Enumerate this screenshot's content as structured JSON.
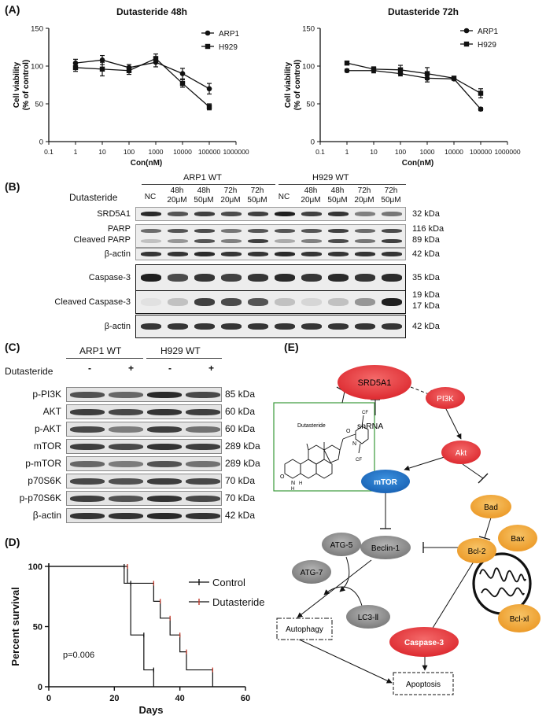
{
  "panel_labels": {
    "a": "(A)",
    "b": "(B)",
    "c": "(C)",
    "d": "(D)",
    "e": "(E)"
  },
  "chart_data": [
    {
      "type": "line",
      "title": "Dutasteride 48h",
      "xlabel": "Con(nM)",
      "ylabel": "Cell viability (% of control)",
      "xscale": "log",
      "xlim": [
        0.1,
        1000000
      ],
      "ylim": [
        0,
        150
      ],
      "xticks": [
        "0.1",
        "1",
        "10",
        "100",
        "1000",
        "10000",
        "100000",
        "1000000"
      ],
      "yticks": [
        "0",
        "50",
        "100",
        "150"
      ],
      "legend": "top-right",
      "series": [
        {
          "name": "ARP1",
          "marker": "circle",
          "x": [
            1,
            10,
            100,
            1000,
            10000,
            100000
          ],
          "y": [
            104,
            108,
            98,
            105,
            90,
            70
          ],
          "err": [
            5,
            6,
            4,
            6,
            7,
            7
          ]
        },
        {
          "name": "H929",
          "marker": "square",
          "x": [
            1,
            10,
            100,
            1000,
            10000,
            100000
          ],
          "y": [
            98,
            96,
            94,
            110,
            77,
            46
          ],
          "err": [
            5,
            9,
            5,
            6,
            5,
            4
          ]
        }
      ]
    },
    {
      "type": "line",
      "title": "Dutasteride 72h",
      "xlabel": "Con(nM)",
      "ylabel": "Cell viability (% of control)",
      "xscale": "log",
      "xlim": [
        0.1,
        1000000
      ],
      "ylim": [
        0,
        150
      ],
      "xticks": [
        "0.1",
        "1",
        "10",
        "100",
        "1000",
        "10000",
        "100000",
        "1000000"
      ],
      "yticks": [
        "0",
        "50",
        "100",
        "150"
      ],
      "legend": "top-right",
      "series": [
        {
          "name": "ARP1",
          "marker": "circle",
          "x": [
            1,
            10,
            100,
            1000,
            10000,
            100000
          ],
          "y": [
            94,
            94,
            90,
            84,
            83,
            43
          ],
          "err": [
            2,
            3,
            3,
            5,
            1,
            2
          ]
        },
        {
          "name": "H929",
          "marker": "square",
          "x": [
            1,
            10,
            100,
            1000,
            10000,
            100000
          ],
          "y": [
            104,
            96,
            95,
            90,
            84,
            64
          ],
          "err": [
            2,
            3,
            6,
            8,
            1,
            6
          ]
        }
      ]
    },
    {
      "type": "line",
      "xlabel": "Days",
      "ylabel": "Percent survival",
      "xlim": [
        0,
        60
      ],
      "ylim": [
        0,
        100
      ],
      "xticks": [
        "0",
        "20",
        "40",
        "60"
      ],
      "yticks": [
        "0",
        "50",
        "100"
      ],
      "legend": "top-right",
      "annotation": "p=0.006",
      "series": [
        {
          "name": "Control",
          "color": "#111111",
          "steps": [
            [
              0,
              100
            ],
            [
              23,
              100
            ],
            [
              23,
              86
            ],
            [
              25,
              86
            ],
            [
              25,
              43
            ],
            [
              29,
              43
            ],
            [
              29,
              14
            ],
            [
              32,
              14
            ],
            [
              32,
              0
            ]
          ]
        },
        {
          "name": "Dutasteride",
          "color": "#c0392b",
          "steps": [
            [
              0,
              100
            ],
            [
              24,
              100
            ],
            [
              24,
              86
            ],
            [
              32,
              86
            ],
            [
              32,
              71
            ],
            [
              34,
              71
            ],
            [
              34,
              57
            ],
            [
              37,
              57
            ],
            [
              37,
              43
            ],
            [
              40,
              43
            ],
            [
              40,
              29
            ],
            [
              42,
              29
            ],
            [
              42,
              14
            ],
            [
              50,
              14
            ],
            [
              50,
              0
            ]
          ]
        }
      ]
    }
  ],
  "western_b": {
    "group1": "ARP1 WT",
    "group2": "H929 WT",
    "treatment_label": "Dutasteride",
    "lanes": [
      {
        "l1": "NC",
        "l2": ""
      },
      {
        "l1": "48h",
        "l2": "20μM"
      },
      {
        "l1": "48h",
        "l2": "50μM"
      },
      {
        "l1": "72h",
        "l2": "20μM"
      },
      {
        "l1": "72h",
        "l2": "50μM"
      },
      {
        "l1": "NC",
        "l2": ""
      },
      {
        "l1": "48h",
        "l2": "20μM"
      },
      {
        "l1": "48h",
        "l2": "50μM"
      },
      {
        "l1": "72h",
        "l2": "20μM"
      },
      {
        "l1": "72h",
        "l2": "50μM"
      }
    ],
    "rows": [
      {
        "label": "SRD5A1",
        "kda": "32 kDa"
      },
      {
        "label": "PARP",
        "label2": "Cleaved PARP",
        "kda": "116 kDa",
        "kda2": "89 kDa"
      },
      {
        "label": "β-actin",
        "kda": "42 kDa"
      },
      {
        "label": "Caspase-3",
        "kda": "35 kDa"
      },
      {
        "label": "Cleaved Caspase-3",
        "kda": "19 kDa",
        "kda2": "17 kDa"
      },
      {
        "label": "β-actin",
        "kda": "42 kDa"
      }
    ]
  },
  "western_c": {
    "group1": "ARP1 WT",
    "group2": "H929 WT",
    "treatment_label": "Dutasteride",
    "signs": [
      "-",
      "+",
      "-",
      "+"
    ],
    "rows": [
      {
        "label": "p-PI3K",
        "kda": "85 kDa"
      },
      {
        "label": "AKT",
        "kda": "60 kDa"
      },
      {
        "label": "p-AKT",
        "kda": "60 kDa"
      },
      {
        "label": "mTOR",
        "kda": "289 kDa"
      },
      {
        "label": "p-mTOR",
        "kda": "289 kDa"
      },
      {
        "label": "p70S6K",
        "kda": "70 kDa"
      },
      {
        "label": "p-p70S6K",
        "kda": "70 kDa"
      },
      {
        "label": "β-actin",
        "kda": "42 kDa"
      }
    ]
  },
  "pathway": {
    "srd5a1": "SRD5A1",
    "pi3k": "PI3K",
    "akt": "Akt",
    "mtor": "mTOR",
    "bad": "Bad",
    "bcl2": "Bcl-2",
    "bax": "Bax",
    "bclxl": "Bcl-xl",
    "beclin": "Beclin-1",
    "atg5": "ATG-5",
    "atg7": "ATG-7",
    "lc3": "LC3-Ⅱ",
    "caspase3": "Caspase-3",
    "autophagy": "Autophagy",
    "apoptosis": "Apoptosis",
    "shrna": "shRNA",
    "drug": "Dutasteride",
    "colors": {
      "red": "#e8383d",
      "orange": "#f0a030",
      "blue": "#1e73c8",
      "gray": "#8a8a8a"
    }
  }
}
